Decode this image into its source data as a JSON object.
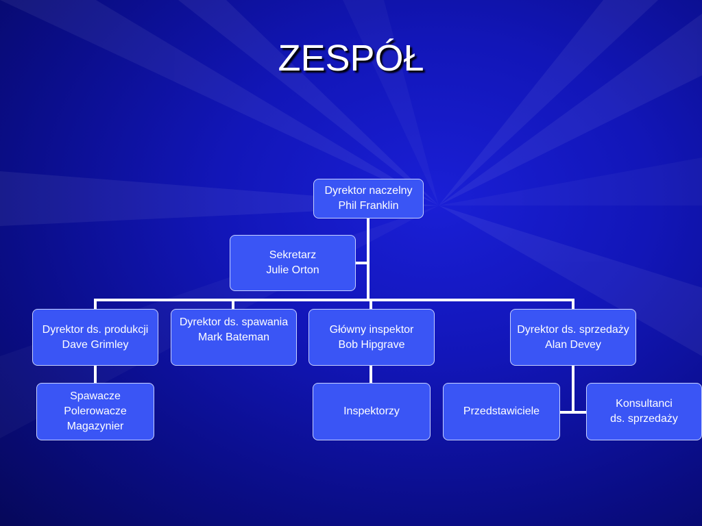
{
  "slide": {
    "title": "ZESPÓŁ"
  },
  "nodes": {
    "ceo": {
      "role": "Dyrektor naczelny",
      "name": "Phil Franklin"
    },
    "secretary": {
      "role": "Sekretarz",
      "name": "Julie Orton"
    },
    "production": {
      "role": "Dyrektor ds. produkcji",
      "name": "Dave Grimley"
    },
    "welding": {
      "role": "Dyrektor ds. spawania",
      "name": "Mark Bateman"
    },
    "inspector": {
      "role": "Główny inspektor",
      "name": "Bob Hipgrave"
    },
    "sales": {
      "role": "Dyrektor ds. sprzedaży",
      "name": "Alan Devey"
    },
    "production_staff": {
      "line1": "Spawacze",
      "line2": "Polerowacze",
      "line3": "Magazynier"
    },
    "inspectors": {
      "label": "Inspektorzy"
    },
    "representatives": {
      "label": "Przedstawiciele"
    },
    "consultants": {
      "line1": "Konsultanci",
      "line2": "ds. sprzedaży"
    }
  },
  "colors": {
    "node_fill": "#3a55f5",
    "node_border": "#c8d2ff",
    "connector": "#ffffff",
    "text": "#ffffff"
  }
}
